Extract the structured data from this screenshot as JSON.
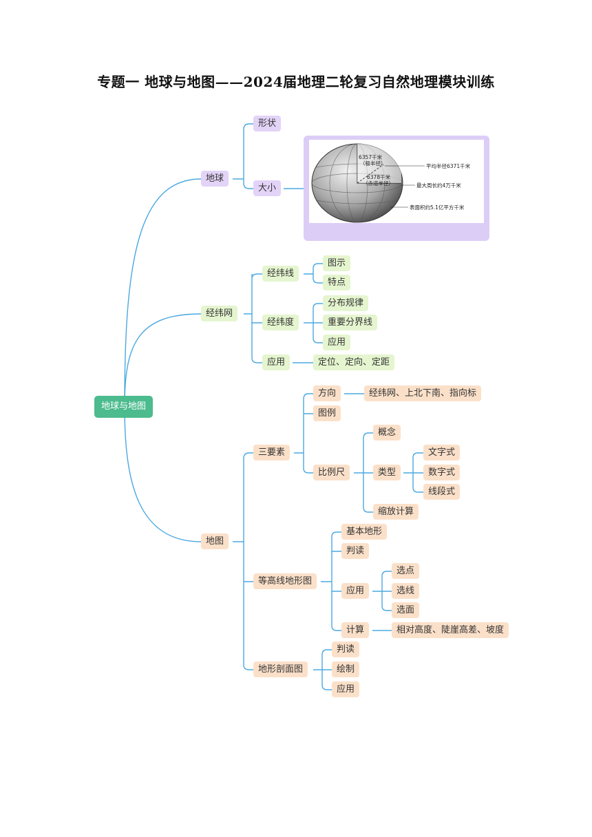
{
  "title": "专题一 地球与地图——2024届地理二轮复习自然地理模块训练",
  "colors": {
    "root": "#4cbb8e",
    "earth_branch": "#e2d3f7",
    "grid_branch": "#e5f5cf",
    "map_branch": "#fbe0c9",
    "link": "#4aa8e0"
  },
  "mindmap": {
    "root": "地球与地图",
    "earth": {
      "label": "地球",
      "shape": "形状",
      "size": "大小",
      "figure": {
        "polar_radius": "6357千米",
        "polar_radius_note": "（极半径）",
        "equator_radius": "6378千米",
        "equator_radius_note": "（赤道半径）",
        "mean_radius": "平均半径6371千米",
        "max_circumference": "最大周长约4万千米",
        "surface_area": "表面积约5.1亿平方千米"
      }
    },
    "grid": {
      "label": "经纬网",
      "lines": {
        "label": "经纬线",
        "children": [
          "图示",
          "特点"
        ]
      },
      "degrees": {
        "label": "经纬度",
        "children": [
          "分布规律",
          "重要分界线",
          "应用"
        ]
      },
      "use": {
        "label": "应用",
        "child": "定位、定向、定距"
      }
    },
    "map": {
      "label": "地图",
      "elements": {
        "label": "三要素",
        "direction": {
          "label": "方向",
          "child": "经纬网、上北下南、指向标"
        },
        "legend": "图例",
        "scale": {
          "label": "比例尺",
          "concept": "概念",
          "types": {
            "label": "类型",
            "children": [
              "文字式",
              "数字式",
              "线段式"
            ]
          },
          "zoom": "缩放计算"
        }
      },
      "contour": {
        "label": "等高线地形图",
        "basic": "基本地形",
        "read": "判读",
        "use": {
          "label": "应用",
          "children": [
            "选点",
            "选线",
            "选面"
          ]
        },
        "calc": {
          "label": "计算",
          "child": "相对高度、陡崖高差、坡度"
        }
      },
      "profile": {
        "label": "地形剖面图",
        "children": [
          "判读",
          "绘制",
          "应用"
        ]
      }
    }
  }
}
